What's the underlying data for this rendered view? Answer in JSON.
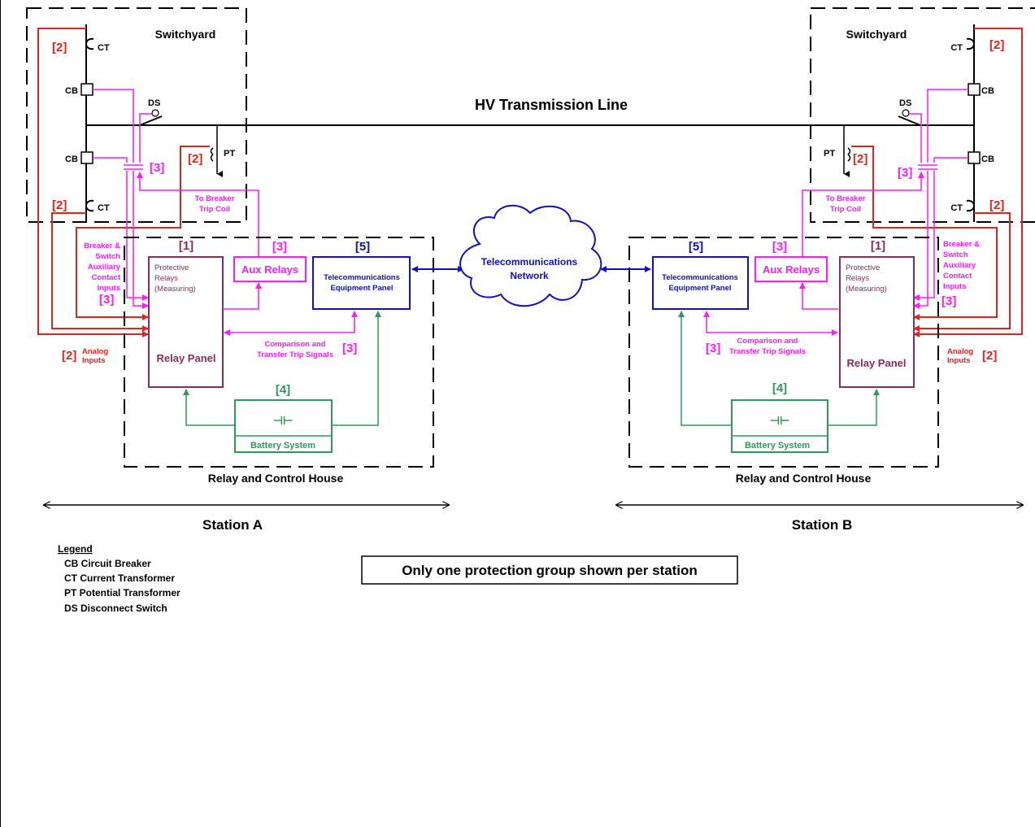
{
  "colors": {
    "red": "#e2231a",
    "magenta": "#ff19ff",
    "blue": "#1010c8",
    "green": "#2e9a5a",
    "maroon": "#8a2c5a",
    "black": "#000000"
  },
  "line": {
    "title": "HV Transmission Line"
  },
  "network": {
    "label_line1": "Telecommunications",
    "label_line2": "Network"
  },
  "note": "Only one protection group shown per station",
  "legend": {
    "title": "Legend",
    "items": [
      "CB Circuit Breaker",
      "CT Current Transformer",
      "PT Potential Transformer",
      "DS Disconnect Switch"
    ]
  },
  "station_a": {
    "switchyard": "Switchyard",
    "ct": "CT",
    "cb": "CB",
    "ds": "DS",
    "pt": "PT",
    "tag1": "[1]",
    "tag2": "[2]",
    "tag3": "[3]",
    "tag4": "[4]",
    "tag5": "[5]",
    "trip_coil_1": "To Breaker",
    "trip_coil_2": "Trip Coil",
    "aux_contacts": [
      "Breaker &",
      "Switch",
      "Auxiliary",
      "Contact",
      "Inputs"
    ],
    "analog_1": "Analog",
    "analog_2": "Inputs",
    "protective": [
      "Protective",
      "Relays",
      "(Measuring)"
    ],
    "relay_panel": "Relay Panel",
    "aux_relays": "Aux Relays",
    "telecom_1": "Telecommunications",
    "telecom_2": "Equipment Panel",
    "comparison_1": "Comparison and",
    "comparison_2": "Transfer Trip Signals",
    "battery_symbol": "⊣⊢",
    "battery": "Battery System",
    "house": "Relay and Control House",
    "station": "Station A"
  },
  "station_b": {
    "switchyard": "Switchyard",
    "ct": "CT",
    "cb": "CB",
    "ds": "DS",
    "pt": "PT",
    "tag1": "[1]",
    "tag2": "[2]",
    "tag3": "[3]",
    "tag4": "[4]",
    "tag5": "[5]",
    "trip_coil_1": "To Breaker",
    "trip_coil_2": "Trip Coil",
    "aux_contacts": [
      "Breaker &",
      "Switch",
      "Auxiliary",
      "Contact",
      "Inputs"
    ],
    "analog_1": "Analog",
    "analog_2": "Inputs",
    "protective": [
      "Protective",
      "Relays",
      "(Measuring)"
    ],
    "relay_panel": "Relay Panel",
    "aux_relays": "Aux Relays",
    "telecom_1": "Telecommunications",
    "telecom_2": "Equipment Panel",
    "comparison_1": "Comparison and",
    "comparison_2": "Transfer Trip Signals",
    "battery_symbol": "⊣⊢",
    "battery": "Battery System",
    "house": "Relay and Control House",
    "station": "Station B"
  }
}
